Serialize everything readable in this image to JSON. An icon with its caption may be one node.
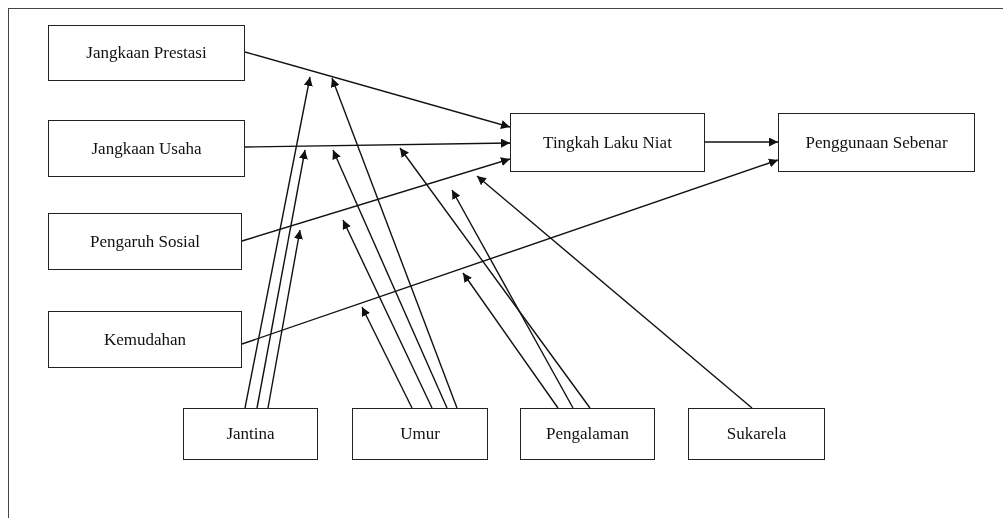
{
  "diagram": {
    "nodes": [
      {
        "text": [
          "Jangkaan Prestasi"
        ]
      },
      {
        "text": [
          "Jangkaan Usaha"
        ]
      },
      {
        "text": [
          "Pengaruh Sosial"
        ]
      },
      {
        "text": [
          "Kemudahan"
        ]
      },
      {
        "text": [
          "Tingkah Laku Niat"
        ]
      },
      {
        "text": [
          "Penggunaan Sebenar"
        ]
      },
      {
        "text": [
          "Jantina"
        ]
      },
      {
        "text": [
          "Umur"
        ]
      },
      {
        "text": [
          "Pengalaman"
        ]
      },
      {
        "text": [
          "Sukarela"
        ]
      }
    ],
    "edges": [
      {
        "from": 0,
        "to": 4,
        "arrow": "to"
      },
      {
        "from": 1,
        "to": 4,
        "arrow": "to"
      },
      {
        "from": 2,
        "to": 4,
        "arrow": "to"
      },
      {
        "from": 3,
        "to": 5,
        "arrow": "to"
      },
      {
        "from": 4,
        "to": 5,
        "arrow": "to"
      },
      {
        "from": 6,
        "to": null,
        "arrow": "to"
      },
      {
        "from": 6,
        "to": null,
        "arrow": "to"
      },
      {
        "from": 6,
        "to": null,
        "arrow": "to"
      },
      {
        "from": 7,
        "to": null,
        "arrow": "to"
      },
      {
        "from": 7,
        "to": null,
        "arrow": "to"
      },
      {
        "from": 7,
        "to": null,
        "arrow": "to"
      },
      {
        "from": 7,
        "to": null,
        "arrow": "to"
      },
      {
        "from": 8,
        "to": null,
        "arrow": "to"
      },
      {
        "from": 8,
        "to": null,
        "arrow": "to"
      },
      {
        "from": 8,
        "to": null,
        "arrow": "to"
      },
      {
        "from": 9,
        "to": null,
        "arrow": "to"
      }
    ]
  }
}
